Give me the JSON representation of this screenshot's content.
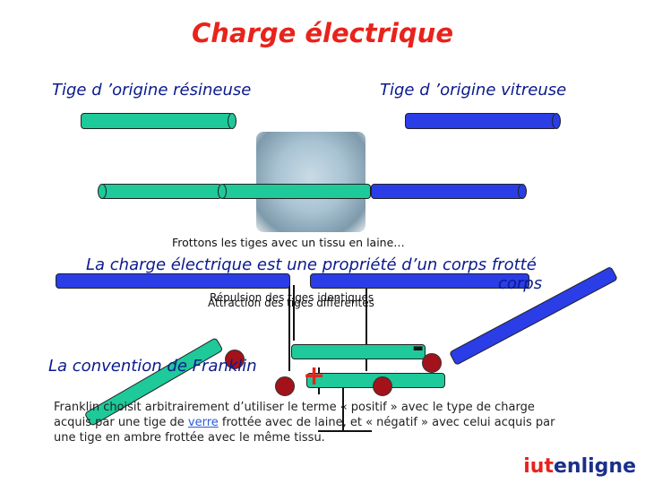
{
  "title": "Charge électrique",
  "rod_labels": {
    "resinous": "Tige d ’origine résineuse",
    "vitreous": "Tige d ’origine vitreuse"
  },
  "caption": "Frottons les tiges avec un tissu en laine…",
  "statement": "La charge électrique est une propriété d’un corps frotté",
  "statement_tail": "corps",
  "overlap_labels": {
    "repulsion": "Répulsion des tiges identiques",
    "attraction": "Attraction des tiges différentes"
  },
  "franklin_heading": "La convention de Franklin",
  "signs": {
    "plus": "+",
    "minus": "-"
  },
  "paragraph": {
    "part1": "Franklin choisit arbitrairement d’utiliser le terme « positif » avec le type de charge acquis par une tige de ",
    "link": "verre",
    "part2": " frottée avec de laine, et « négatif » avec celui acquis par une tige en ambre frottée avec le même tissu."
  },
  "logo": {
    "part1": "iut",
    "part2": "enligne"
  },
  "colors": {
    "title": "#e8231b",
    "subtitle": "#0b1a8c",
    "resinous_rod": "#1ec99a",
    "vitreous_rod": "#2a3de6",
    "ball": "#a3121a"
  }
}
